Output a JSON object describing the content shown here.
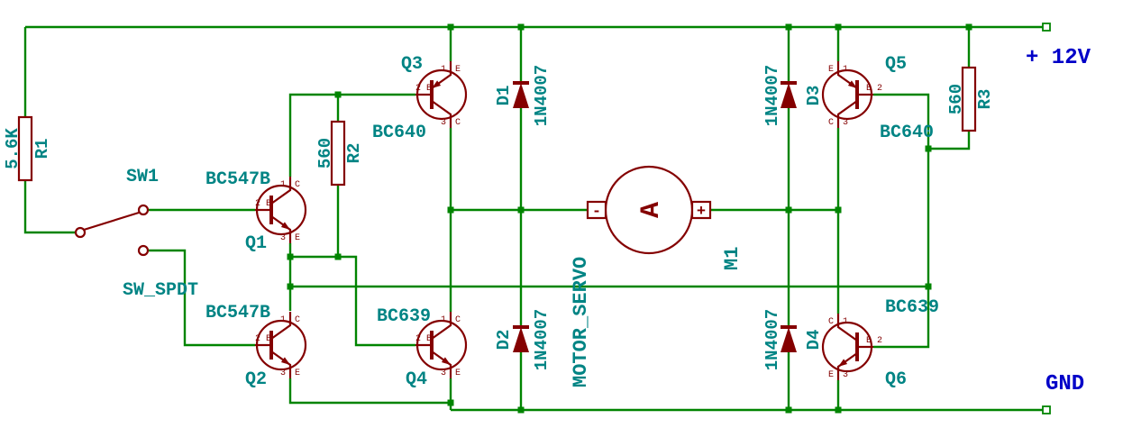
{
  "colors": {
    "bg": "#ffffff",
    "wire": "#008400",
    "symbol": "#840000",
    "label": "#008484",
    "net": "#0000c8"
  },
  "net_labels": {
    "vcc": "+ 12V",
    "gnd": "GND"
  },
  "components": {
    "r1": {
      "ref": "R1",
      "value": "5.6K"
    },
    "r2": {
      "ref": "R2",
      "value": "560"
    },
    "r3": {
      "ref": "R3",
      "value": "560"
    },
    "sw1": {
      "ref": "SW1",
      "value": "SW_SPDT"
    },
    "q1": {
      "ref": "Q1",
      "value": "BC547B",
      "pins": {
        "top": {
          "name": "C",
          "num": "1"
        },
        "side": {
          "name": "B",
          "num": "2"
        },
        "bottom": {
          "name": "E",
          "num": "3"
        }
      }
    },
    "q2": {
      "ref": "Q2",
      "value": "BC547B",
      "pins": {
        "top": {
          "name": "C",
          "num": "1"
        },
        "side": {
          "name": "B",
          "num": "2"
        },
        "bottom": {
          "name": "E",
          "num": "3"
        }
      }
    },
    "q3": {
      "ref": "Q3",
      "value": "BC640",
      "pins": {
        "top": {
          "name": "E",
          "num": "1"
        },
        "side": {
          "name": "B",
          "num": "2"
        },
        "bottom": {
          "name": "C",
          "num": "3"
        }
      }
    },
    "q4": {
      "ref": "Q4",
      "value": "BC639",
      "pins": {
        "top": {
          "name": "C",
          "num": "1"
        },
        "side": {
          "name": "B",
          "num": "2"
        },
        "bottom": {
          "name": "E",
          "num": "3"
        }
      }
    },
    "q5": {
      "ref": "Q5",
      "value": "BC640",
      "pins": {
        "top": {
          "name": "E",
          "num": "1"
        },
        "side": {
          "name": "B",
          "num": "2"
        },
        "bottom": {
          "name": "C",
          "num": "3"
        }
      }
    },
    "q6": {
      "ref": "Q6",
      "value": "BC639",
      "pins": {
        "top": {
          "name": "C",
          "num": "1"
        },
        "side": {
          "name": "B",
          "num": "2"
        },
        "bottom": {
          "name": "E",
          "num": "3"
        }
      }
    },
    "d1": {
      "ref": "D1",
      "value": "1N4007"
    },
    "d2": {
      "ref": "D2",
      "value": "1N4007"
    },
    "d3": {
      "ref": "D3",
      "value": "1N4007"
    },
    "d4": {
      "ref": "D4",
      "value": "1N4007"
    },
    "m1": {
      "ref": "M1",
      "value": "MOTOR_SERVO",
      "meter_letter": "A",
      "terminal_neg": "-",
      "terminal_pos": "+"
    }
  }
}
